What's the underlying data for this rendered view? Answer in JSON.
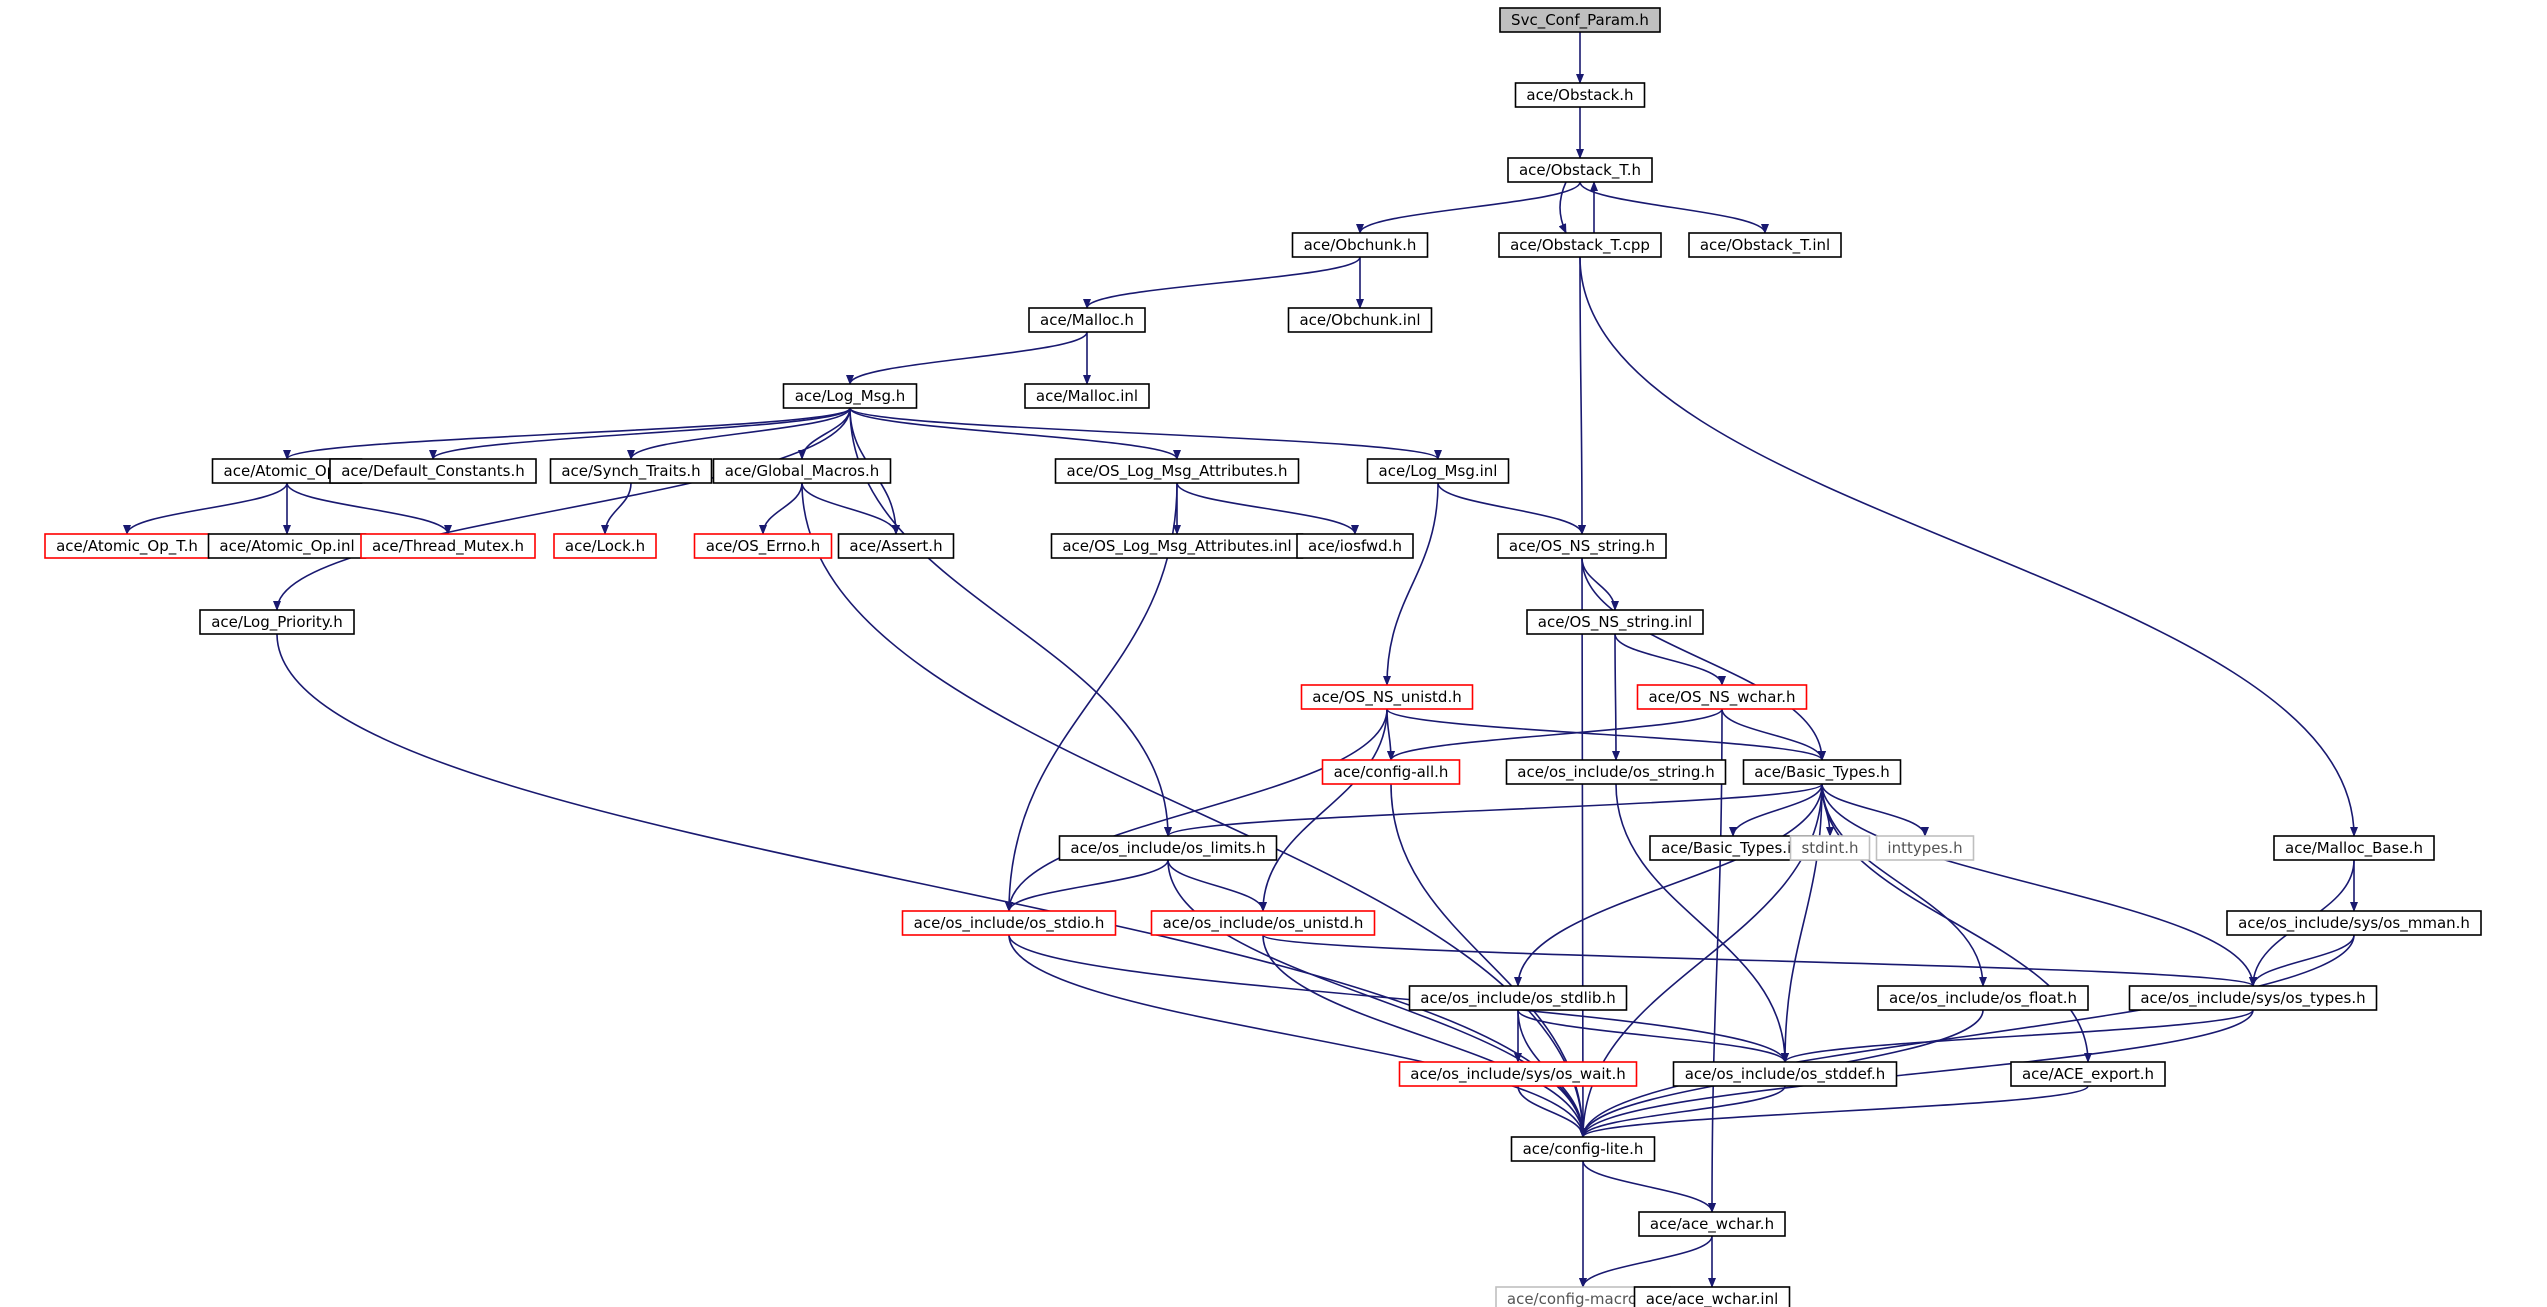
{
  "diagram": {
    "title": "Svc_Conf_Param.h",
    "colors": {
      "edge": "#191970",
      "root_fill": "#bfbfbf",
      "missing_border": "#ff0000",
      "external_border": "#bfbfbf"
    },
    "nodes": [
      {
        "id": "root",
        "label": "Svc_Conf_Param.h",
        "kind": "root"
      },
      {
        "id": "obstack",
        "label": "ace/Obstack.h",
        "kind": "normal"
      },
      {
        "id": "obstack_t",
        "label": "ace/Obstack_T.h",
        "kind": "normal"
      },
      {
        "id": "obchunk",
        "label": "ace/Obchunk.h",
        "kind": "normal"
      },
      {
        "id": "obstack_t_cpp",
        "label": "ace/Obstack_T.cpp",
        "kind": "normal"
      },
      {
        "id": "obstack_t_inl",
        "label": "ace/Obstack_T.inl",
        "kind": "normal"
      },
      {
        "id": "malloc",
        "label": "ace/Malloc.h",
        "kind": "normal"
      },
      {
        "id": "obchunk_inl",
        "label": "ace/Obchunk.inl",
        "kind": "normal"
      },
      {
        "id": "log_msg",
        "label": "ace/Log_Msg.h",
        "kind": "normal"
      },
      {
        "id": "malloc_inl",
        "label": "ace/Malloc.inl",
        "kind": "normal"
      },
      {
        "id": "atomic_op",
        "label": "ace/Atomic_Op.h",
        "kind": "normal"
      },
      {
        "id": "default_constants",
        "label": "ace/Default_Constants.h",
        "kind": "normal"
      },
      {
        "id": "synch_traits",
        "label": "ace/Synch_Traits.h",
        "kind": "normal"
      },
      {
        "id": "global_macros",
        "label": "ace/Global_Macros.h",
        "kind": "normal"
      },
      {
        "id": "os_log_msg_attr",
        "label": "ace/OS_Log_Msg_Attributes.h",
        "kind": "normal"
      },
      {
        "id": "log_msg_inl",
        "label": "ace/Log_Msg.inl",
        "kind": "normal"
      },
      {
        "id": "atomic_op_t",
        "label": "ace/Atomic_Op_T.h",
        "kind": "missing"
      },
      {
        "id": "atomic_op_inl",
        "label": "ace/Atomic_Op.inl",
        "kind": "normal"
      },
      {
        "id": "thread_mutex",
        "label": "ace/Thread_Mutex.h",
        "kind": "missing"
      },
      {
        "id": "lock",
        "label": "ace/Lock.h",
        "kind": "missing"
      },
      {
        "id": "os_errno",
        "label": "ace/OS_Errno.h",
        "kind": "missing"
      },
      {
        "id": "assert",
        "label": "ace/Assert.h",
        "kind": "normal"
      },
      {
        "id": "os_log_msg_attr_inl",
        "label": "ace/OS_Log_Msg_Attributes.inl",
        "kind": "normal"
      },
      {
        "id": "iosfwd",
        "label": "ace/iosfwd.h",
        "kind": "normal"
      },
      {
        "id": "os_ns_string",
        "label": "ace/OS_NS_string.h",
        "kind": "normal"
      },
      {
        "id": "log_priority",
        "label": "ace/Log_Priority.h",
        "kind": "normal"
      },
      {
        "id": "os_ns_string_inl",
        "label": "ace/OS_NS_string.inl",
        "kind": "normal"
      },
      {
        "id": "os_ns_unistd",
        "label": "ace/OS_NS_unistd.h",
        "kind": "missing"
      },
      {
        "id": "os_ns_wchar",
        "label": "ace/OS_NS_wchar.h",
        "kind": "missing"
      },
      {
        "id": "config_all",
        "label": "ace/config-all.h",
        "kind": "missing"
      },
      {
        "id": "os_include_os_string",
        "label": "ace/os_include/os_string.h",
        "kind": "normal"
      },
      {
        "id": "basic_types",
        "label": "ace/Basic_Types.h",
        "kind": "normal"
      },
      {
        "id": "os_limits",
        "label": "ace/os_include/os_limits.h",
        "kind": "normal"
      },
      {
        "id": "basic_types_inl",
        "label": "ace/Basic_Types.inl",
        "kind": "normal"
      },
      {
        "id": "stdint",
        "label": "stdint.h",
        "kind": "external"
      },
      {
        "id": "inttypes",
        "label": "inttypes.h",
        "kind": "external"
      },
      {
        "id": "malloc_base",
        "label": "ace/Malloc_Base.h",
        "kind": "normal"
      },
      {
        "id": "os_stdio",
        "label": "ace/os_include/os_stdio.h",
        "kind": "missing"
      },
      {
        "id": "os_unistd",
        "label": "ace/os_include/os_unistd.h",
        "kind": "missing"
      },
      {
        "id": "os_mman",
        "label": "ace/os_include/sys/os_mman.h",
        "kind": "normal"
      },
      {
        "id": "os_stdlib",
        "label": "ace/os_include/os_stdlib.h",
        "kind": "normal"
      },
      {
        "id": "os_float",
        "label": "ace/os_include/os_float.h",
        "kind": "normal"
      },
      {
        "id": "os_types",
        "label": "ace/os_include/sys/os_types.h",
        "kind": "normal"
      },
      {
        "id": "os_wait",
        "label": "ace/os_include/sys/os_wait.h",
        "kind": "missing"
      },
      {
        "id": "os_stddef",
        "label": "ace/os_include/os_stddef.h",
        "kind": "normal"
      },
      {
        "id": "ace_export",
        "label": "ace/ACE_export.h",
        "kind": "normal"
      },
      {
        "id": "config_lite",
        "label": "ace/config-lite.h",
        "kind": "normal"
      },
      {
        "id": "ace_wchar",
        "label": "ace/ace_wchar.h",
        "kind": "normal"
      },
      {
        "id": "config_macros",
        "label": "ace/config-macros.h",
        "kind": "external"
      },
      {
        "id": "ace_wchar_inl",
        "label": "ace/ace_wchar.inl",
        "kind": "normal"
      }
    ],
    "edges": [
      {
        "from": "root",
        "to": "obstack"
      },
      {
        "from": "obstack",
        "to": "obstack_t"
      },
      {
        "from": "obstack_t",
        "to": "obchunk"
      },
      {
        "from": "obstack_t",
        "to": "obstack_t_cpp"
      },
      {
        "from": "obstack_t",
        "to": "obstack_t_inl"
      },
      {
        "from": "obstack_t_cpp",
        "to": "obstack_t"
      },
      {
        "from": "obstack_t_cpp",
        "to": "os_ns_string"
      },
      {
        "from": "obstack_t_cpp",
        "to": "malloc_base"
      },
      {
        "from": "obchunk",
        "to": "malloc"
      },
      {
        "from": "obchunk",
        "to": "obchunk_inl"
      },
      {
        "from": "malloc",
        "to": "log_msg"
      },
      {
        "from": "malloc",
        "to": "malloc_inl"
      },
      {
        "from": "log_msg",
        "to": "atomic_op"
      },
      {
        "from": "log_msg",
        "to": "default_constants"
      },
      {
        "from": "log_msg",
        "to": "synch_traits"
      },
      {
        "from": "log_msg",
        "to": "global_macros"
      },
      {
        "from": "log_msg",
        "to": "assert"
      },
      {
        "from": "log_msg",
        "to": "os_log_msg_attr"
      },
      {
        "from": "log_msg",
        "to": "log_msg_inl"
      },
      {
        "from": "log_msg",
        "to": "log_priority"
      },
      {
        "from": "log_msg",
        "to": "os_limits"
      },
      {
        "from": "atomic_op",
        "to": "atomic_op_t"
      },
      {
        "from": "atomic_op",
        "to": "atomic_op_inl"
      },
      {
        "from": "atomic_op",
        "to": "thread_mutex"
      },
      {
        "from": "synch_traits",
        "to": "lock"
      },
      {
        "from": "global_macros",
        "to": "os_errno"
      },
      {
        "from": "global_macros",
        "to": "assert"
      },
      {
        "from": "global_macros",
        "to": "config_lite"
      },
      {
        "from": "os_log_msg_attr",
        "to": "os_log_msg_attr_inl"
      },
      {
        "from": "os_log_msg_attr",
        "to": "iosfwd"
      },
      {
        "from": "os_log_msg_attr",
        "to": "os_stdio"
      },
      {
        "from": "log_msg_inl",
        "to": "os_ns_string"
      },
      {
        "from": "log_msg_inl",
        "to": "os_ns_unistd"
      },
      {
        "from": "log_priority",
        "to": "config_lite"
      },
      {
        "from": "os_ns_string",
        "to": "os_ns_string_inl"
      },
      {
        "from": "os_ns_string",
        "to": "basic_types"
      },
      {
        "from": "os_ns_string",
        "to": "config_lite"
      },
      {
        "from": "os_ns_string_inl",
        "to": "os_ns_wchar"
      },
      {
        "from": "os_ns_string_inl",
        "to": "os_include_os_string"
      },
      {
        "from": "os_ns_unistd",
        "to": "config_all"
      },
      {
        "from": "os_ns_unistd",
        "to": "basic_types"
      },
      {
        "from": "os_ns_unistd",
        "to": "os_stdio"
      },
      {
        "from": "os_ns_unistd",
        "to": "os_unistd"
      },
      {
        "from": "os_ns_wchar",
        "to": "config_all"
      },
      {
        "from": "os_ns_wchar",
        "to": "basic_types"
      },
      {
        "from": "os_ns_wchar",
        "to": "ace_wchar"
      },
      {
        "from": "config_all",
        "to": "config_lite"
      },
      {
        "from": "os_include_os_string",
        "to": "os_stddef"
      },
      {
        "from": "basic_types",
        "to": "os_limits"
      },
      {
        "from": "basic_types",
        "to": "basic_types_inl"
      },
      {
        "from": "basic_types",
        "to": "stdint"
      },
      {
        "from": "basic_types",
        "to": "inttypes"
      },
      {
        "from": "basic_types",
        "to": "os_stdlib"
      },
      {
        "from": "basic_types",
        "to": "os_stddef"
      },
      {
        "from": "basic_types",
        "to": "os_float"
      },
      {
        "from": "basic_types",
        "to": "os_types"
      },
      {
        "from": "basic_types",
        "to": "ace_export"
      },
      {
        "from": "basic_types",
        "to": "config_lite"
      },
      {
        "from": "os_limits",
        "to": "os_stdio"
      },
      {
        "from": "os_limits",
        "to": "os_unistd"
      },
      {
        "from": "os_limits",
        "to": "config_lite"
      },
      {
        "from": "malloc_base",
        "to": "os_mman"
      },
      {
        "from": "malloc_base",
        "to": "os_types"
      },
      {
        "from": "os_stdio",
        "to": "os_stddef"
      },
      {
        "from": "os_stdio",
        "to": "config_lite"
      },
      {
        "from": "os_unistd",
        "to": "os_types"
      },
      {
        "from": "os_unistd",
        "to": "config_lite"
      },
      {
        "from": "os_mman",
        "to": "os_types"
      },
      {
        "from": "os_mman",
        "to": "config_lite"
      },
      {
        "from": "os_stdlib",
        "to": "os_wait"
      },
      {
        "from": "os_stdlib",
        "to": "os_stddef"
      },
      {
        "from": "os_stdlib",
        "to": "config_lite"
      },
      {
        "from": "os_float",
        "to": "config_lite"
      },
      {
        "from": "os_types",
        "to": "os_stddef"
      },
      {
        "from": "os_types",
        "to": "config_lite"
      },
      {
        "from": "os_wait",
        "to": "config_lite"
      },
      {
        "from": "os_stddef",
        "to": "config_lite"
      },
      {
        "from": "ace_export",
        "to": "config_lite"
      },
      {
        "from": "config_lite",
        "to": "ace_wchar"
      },
      {
        "from": "config_lite",
        "to": "config_macros"
      },
      {
        "from": "ace_wchar",
        "to": "config_macros"
      },
      {
        "from": "ace_wchar",
        "to": "ace_wchar_inl"
      }
    ]
  }
}
